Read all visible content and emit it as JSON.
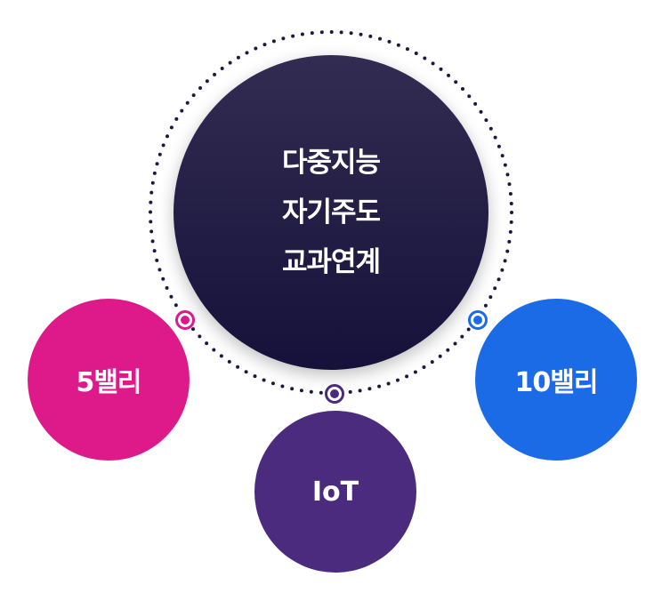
{
  "center": {
    "lines": [
      "다중지능",
      "자기주도",
      "교과연계"
    ]
  },
  "satellites": {
    "left": {
      "label": "5밸리",
      "color": "#de1a8b"
    },
    "bottom": {
      "label": "IoT",
      "color": "#4b2b7d"
    },
    "right": {
      "label": "10밸리",
      "color": "#1c6be6"
    }
  },
  "colors": {
    "center_top": "#332c52",
    "center_bottom": "#15113a",
    "ring_dots": "#1c1840"
  }
}
